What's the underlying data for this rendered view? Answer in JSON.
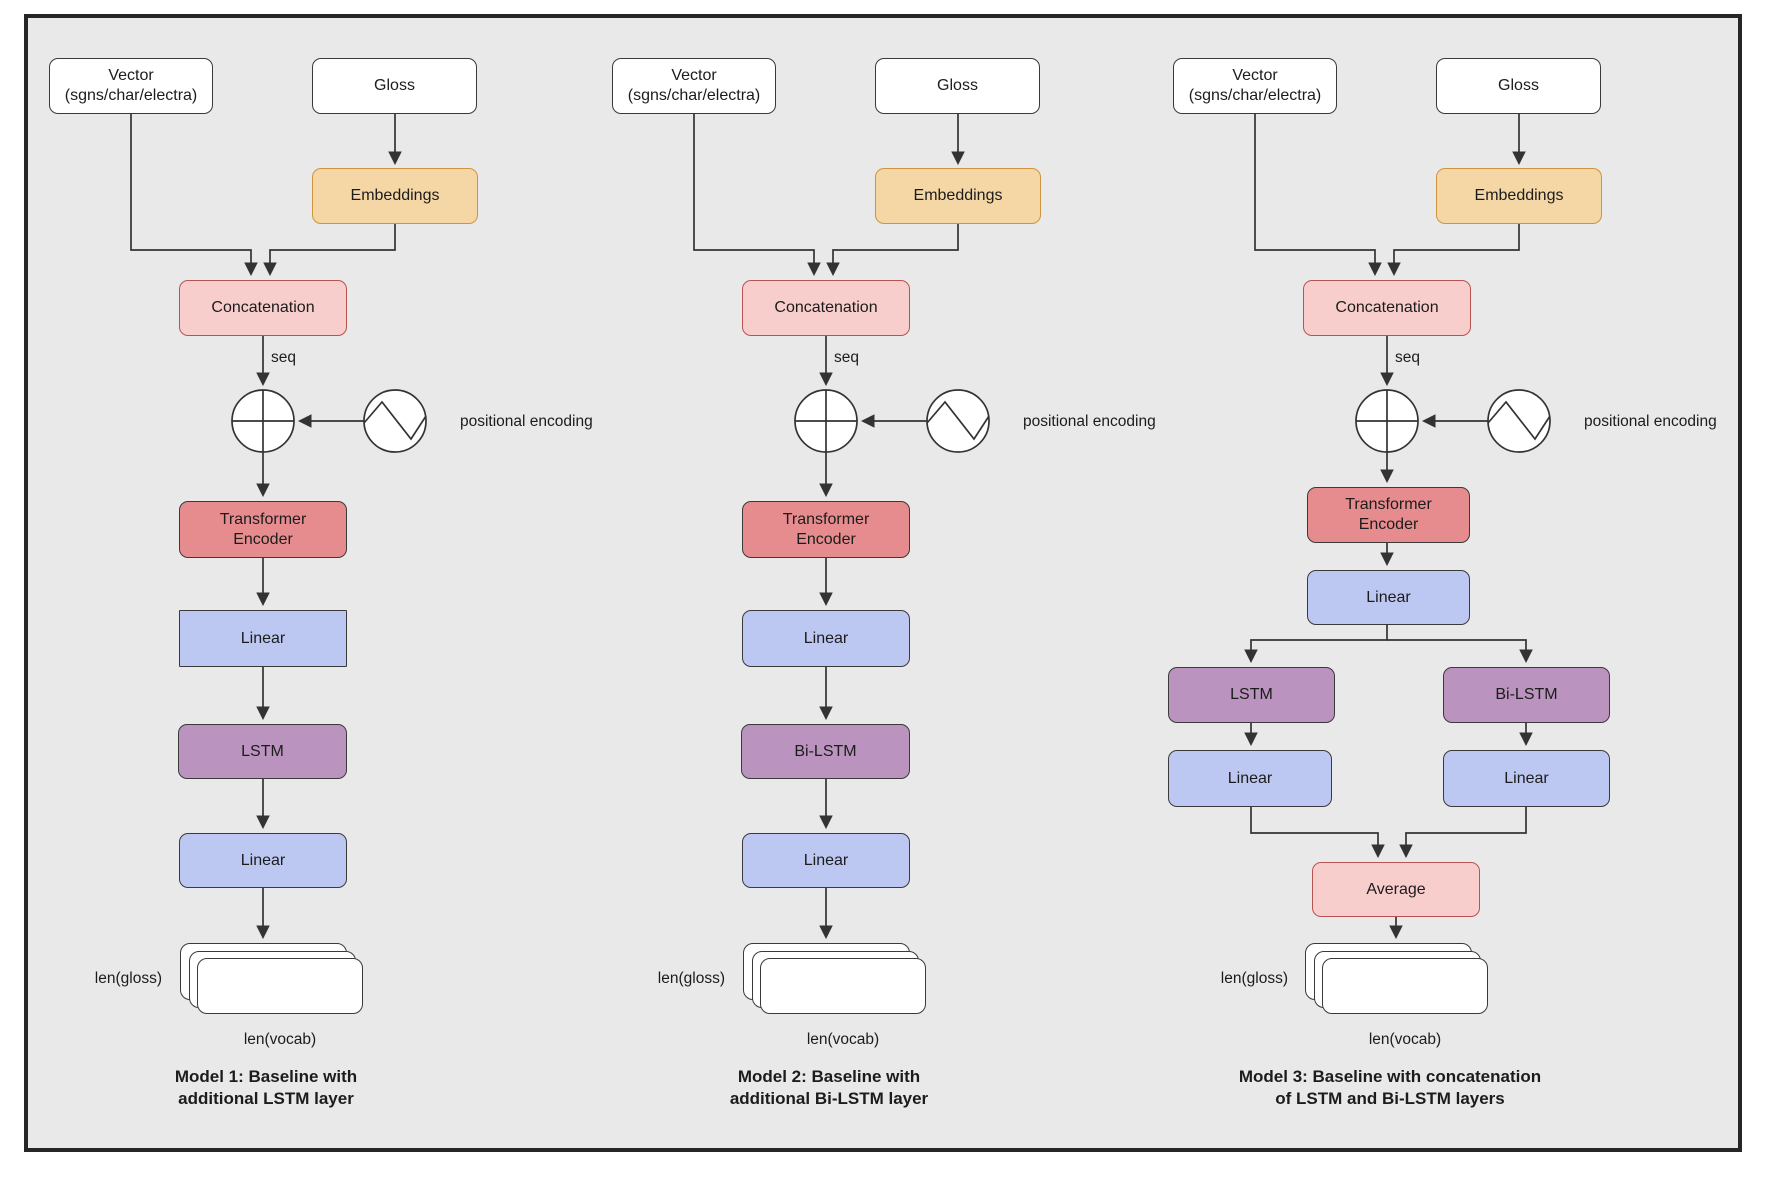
{
  "colors": {
    "canvas_bg": "#E9E9E9",
    "frame_border": "#262626",
    "line": "#333333",
    "node_border_dark": "#3a3a3a",
    "white_fill": "#FFFFFF",
    "embeddings_fill": "#F5D6A5",
    "embeddings_border": "#D0933F",
    "concat_fill": "#F8CECC",
    "concat_border": "#B85450",
    "transformer_fill": "#E78C8E",
    "linear_fill": "#BDC8F2",
    "recurrent_fill": "#BA93BF",
    "average_fill": "#F8CECC"
  },
  "shared": {
    "vector_line1": "Vector",
    "vector_line2": "(sgns/char/electra)",
    "gloss": "Gloss",
    "embeddings": "Embeddings",
    "concatenation": "Concatenation",
    "seq": "seq",
    "positional_encoding": "positional encoding",
    "transformer_line1": "Transformer",
    "transformer_line2": "Encoder",
    "linear": "Linear",
    "len_gloss": "len(gloss)",
    "len_vocab": "len(vocab)"
  },
  "models": [
    {
      "recurrent": "LSTM",
      "caption_line1": "Model 1: Baseline with",
      "caption_line2": "additional LSTM layer"
    },
    {
      "recurrent": "Bi-LSTM",
      "caption_line1": "Model 2: Baseline with",
      "caption_line2": "additional Bi-LSTM layer"
    },
    {
      "lstm": "LSTM",
      "bilstm": "Bi-LSTM",
      "average": "Average",
      "caption_line1": "Model 3: Baseline with concatenation",
      "caption_line2": "of LSTM and Bi-LSTM layers"
    }
  ]
}
